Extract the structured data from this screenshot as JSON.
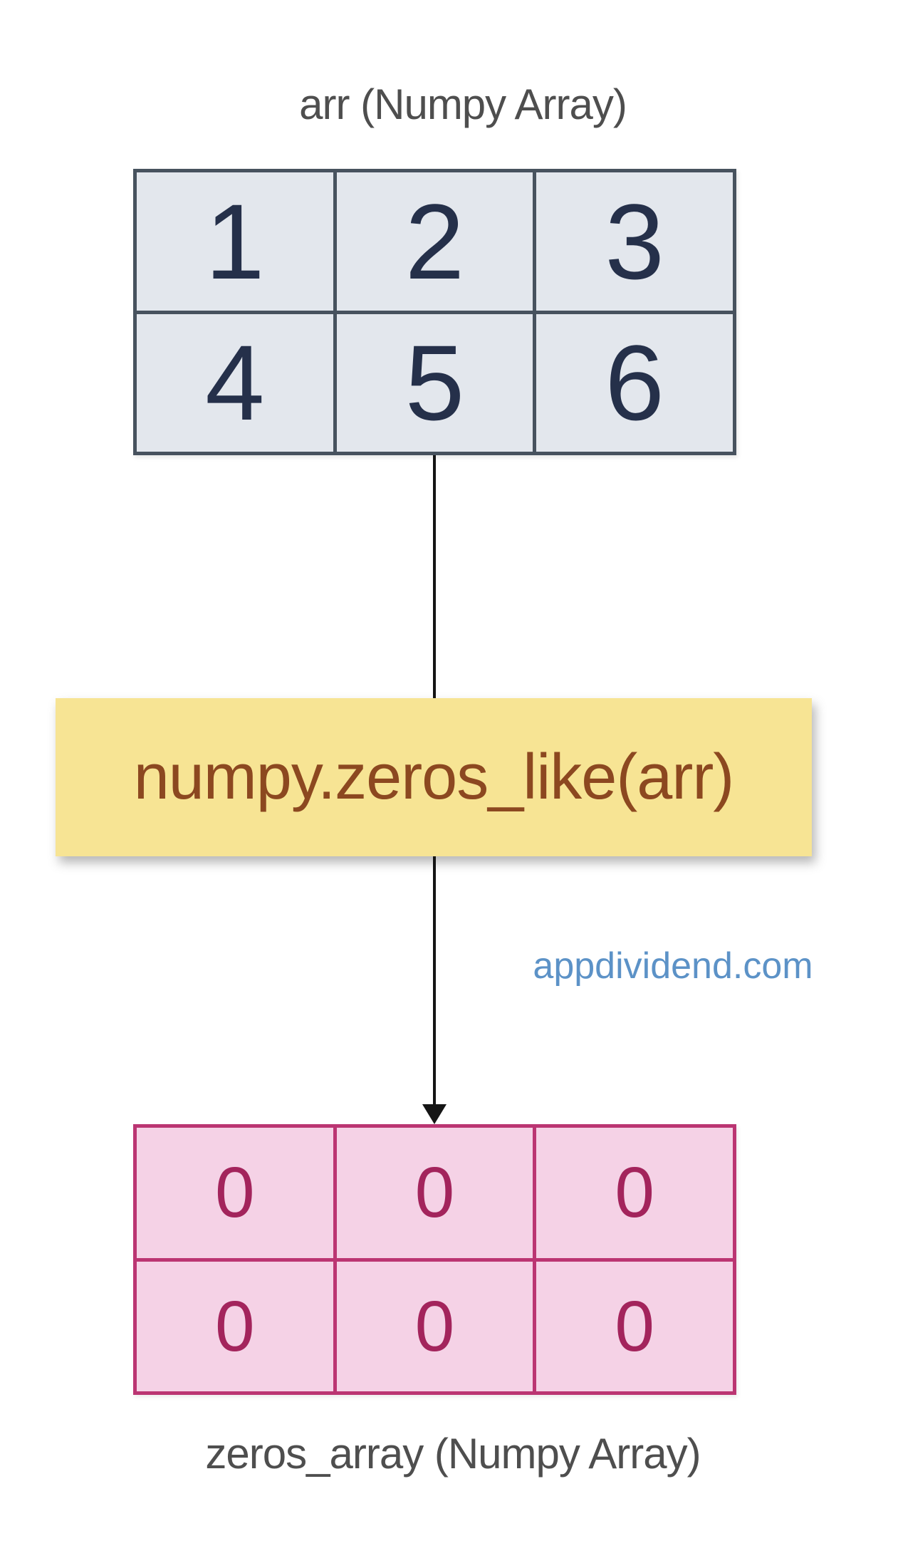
{
  "diagram": {
    "input_title": "arr (Numpy Array)",
    "output_title": "zeros_array (Numpy Array)",
    "operation_label": "numpy.zeros_like(arr)",
    "watermark": "appdividend.com",
    "input_array": {
      "rows": [
        [
          "1",
          "2",
          "3"
        ],
        [
          "4",
          "5",
          "6"
        ]
      ]
    },
    "output_array": {
      "rows": [
        [
          "0",
          "0",
          "0"
        ],
        [
          "0",
          "0",
          "0"
        ]
      ]
    }
  },
  "colors": {
    "label-gray": "#4e4e4e",
    "slate-border": "#47525e",
    "slate-fill": "#e3e7ed",
    "slate-text": "#25304a",
    "op-yellow": "#f7e494",
    "op-brown": "#8c4820",
    "brand-blue": "#5c92c7",
    "pink-border": "#bb3572",
    "pink-fill": "#f5d2e6",
    "pink-text": "#a3245c",
    "arrow-black": "#151515"
  }
}
